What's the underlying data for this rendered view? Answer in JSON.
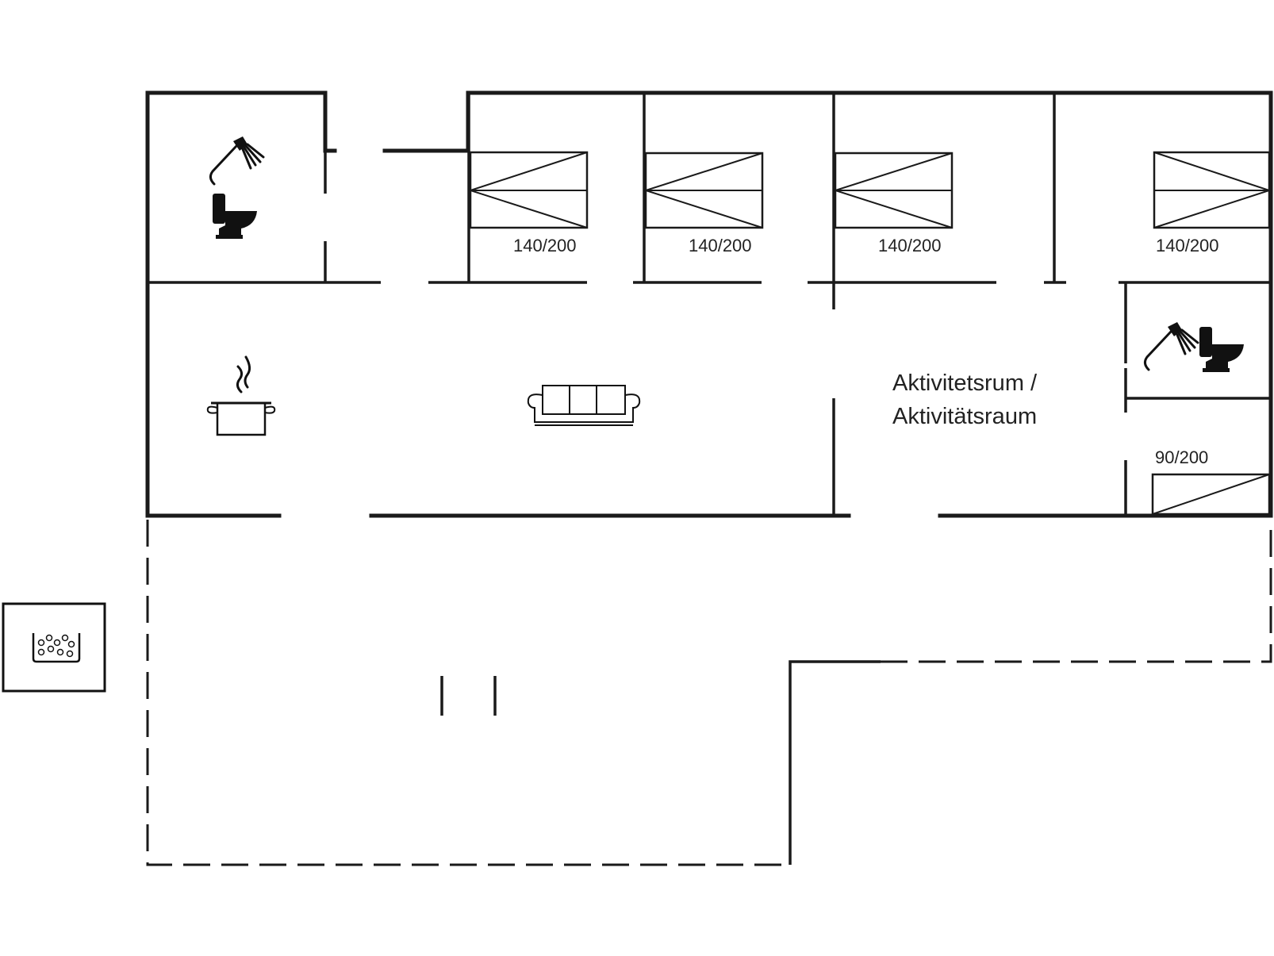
{
  "rooms": {
    "bedroom_1": {
      "bed_size": "140/200"
    },
    "bedroom_2": {
      "bed_size": "140/200"
    },
    "bedroom_3": {
      "bed_size": "140/200"
    },
    "bedroom_4": {
      "bed_size": "140/200"
    },
    "small_room": {
      "bed_size": "90/200"
    },
    "activity_room": {
      "label_line1": "Aktivitetsrum /",
      "label_line2": "Aktivitätsraum"
    }
  },
  "icons": {
    "bathroom_1": [
      "shower-icon",
      "toilet-icon"
    ],
    "bathroom_2": [
      "shower-icon",
      "toilet-icon"
    ],
    "kitchen": "cooking-pot-icon",
    "living": "sofa-icon",
    "outdoor": "hot-tub-icon"
  },
  "colors": {
    "line": "#1a1a1a",
    "background": "#ffffff",
    "text": "#222222"
  }
}
